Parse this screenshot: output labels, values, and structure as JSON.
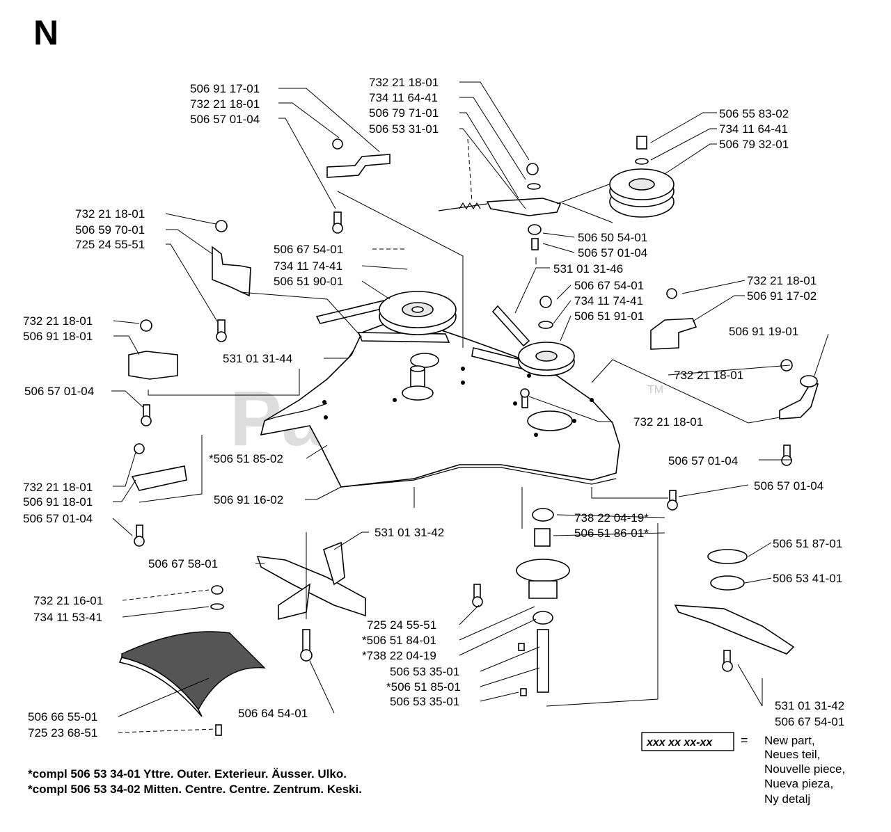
{
  "section_letter": "N",
  "watermark": "PartsTree",
  "trademark": "TM",
  "callouts": [
    "506 91 17-01",
    "732 21 18-01",
    "506 57 01-04",
    "732 21 18-01",
    "734 11 64-41",
    "506 79 71-01",
    "506 53 31-01",
    "506 55 83-02",
    "734 11 64-41",
    "506 79 32-01",
    "732 21 18-01",
    "506 59 70-01",
    "725 24 55-51",
    "506 50 54-01",
    "506 57 01-04",
    "506 67 54-01",
    "734 11 74-41",
    "506 51 90-01",
    "531 01 31-46",
    "506 67 54-01",
    "734 11 74-41",
    "506 51 91-01",
    "732 21 18-01",
    "506 91 17-02",
    "732 21 18-01",
    "506 91 18-01",
    "506 91 19-01",
    "531 01 31-44",
    "732 21 18-01",
    "506 57 01-04",
    "732 21 18-01",
    "*506 51 85-02",
    "506 57 01-04",
    "732 21 18-01",
    "506 91 18-01",
    "506 57 01-04",
    "506 91 16-02",
    "506 57 01-04",
    "738 22 04-19*",
    "506 51 86-01*",
    "531 01 31-42",
    "506 67 58-01",
    "506 51 87-01",
    "506 53 41-01",
    "732 21 16-01",
    "734 11 53-41",
    "725 24 55-51",
    "*506 51 84-01",
    "*738 22 04-19",
    "506 53 35-01",
    "*506 51 85-01",
    "506 53 35-01",
    "531 01 31-42",
    "506 67 54-01",
    "506 66 55-01",
    "725 23 68-51",
    "506 64 54-01"
  ],
  "legend": {
    "box_text": "xxx xx xx-xx",
    "equals": "=",
    "lines": [
      "New part,",
      "Neues teil,",
      "Nouvelle piece,",
      "Nueva pieza,",
      "Ny detalj"
    ]
  },
  "footnotes": [
    "*compl 506 53 34-01 Yttre. Outer. Exterieur. Äusser. Ulko.",
    "*compl 506 53 34-02 Mitten. Centre. Centre. Zentrum. Keski."
  ]
}
